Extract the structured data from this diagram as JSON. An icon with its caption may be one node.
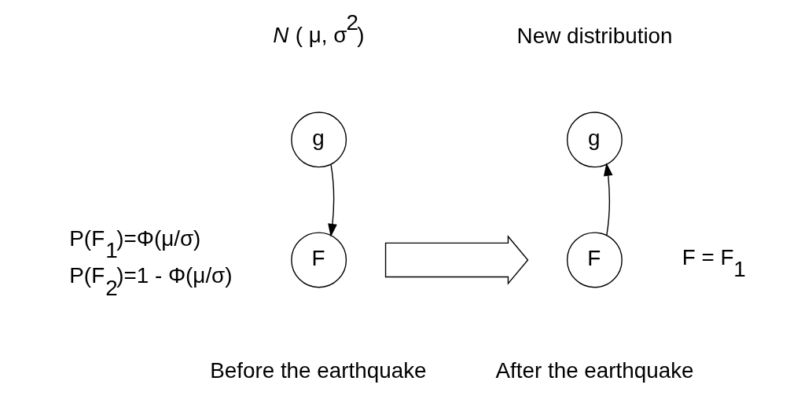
{
  "diagram": {
    "nodes": [
      {
        "text": [
          "g"
        ],
        "beside": [
          "*N* ( μ, σ$^{2}$)"
        ]
      },
      {
        "text": [
          "F"
        ],
        "beside": [
          "P(F$_{1}$)=Φ(μ/σ)",
          "P(F$_{2}$)=1 - Φ(μ/σ)"
        ]
      },
      {
        "text": [],
        "shape": "arrow"
      },
      {
        "text": [
          "g"
        ],
        "beside": [
          "New distribution"
        ]
      },
      {
        "text": [
          "F"
        ],
        "beside": [
          "F = F$_{1}$"
        ]
      }
    ],
    "edges": [
      {
        "from": 0,
        "to": 1,
        "arrow": "to"
      },
      {
        "from": 4,
        "to": 3,
        "arrow": "to"
      }
    ],
    "labels": [
      "Before the earthquake",
      "After the earthquake"
    ]
  }
}
